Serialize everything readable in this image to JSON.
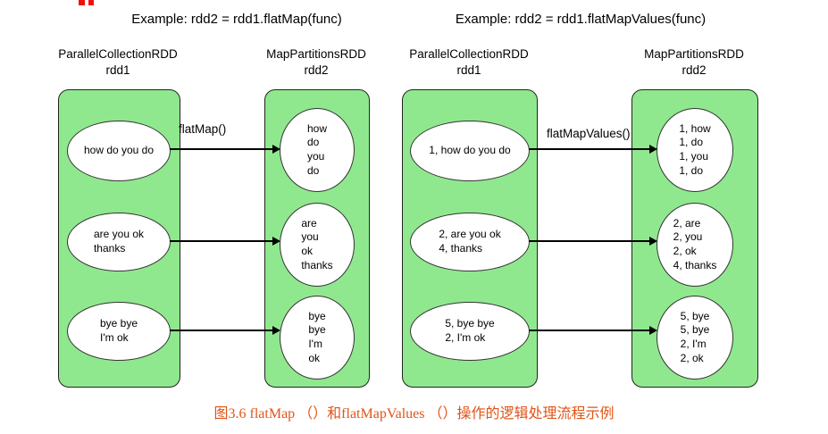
{
  "figure": {
    "caption": "图3.6 flatMap （）和flatMapValues （）操作的逻辑处理流程示例",
    "caption_color": "#e25316"
  },
  "colors": {
    "container_fill": "#90e88e",
    "node_fill": "#ffffff",
    "border": "#222222",
    "arrow": "#000000"
  },
  "diagrams": [
    {
      "title": "Example: rdd2 = rdd1.flatMap(func)",
      "arrow_label": "flatMap()",
      "left": {
        "header": "ParallelCollectionRDD\nrdd1",
        "nodes": [
          "how do you do",
          "are you ok\nthanks",
          "bye bye\nI'm ok"
        ]
      },
      "right": {
        "header": "MapPartitionsRDD\nrdd2",
        "nodes": [
          "how\ndo\nyou\ndo",
          "are\nyou\nok\nthanks",
          "bye\nbye\nI'm\nok"
        ]
      }
    },
    {
      "title": "Example: rdd2 = rdd1.flatMapValues(func)",
      "arrow_label": "flatMapValues()",
      "left": {
        "header": "ParallelCollectionRDD\nrdd1",
        "nodes": [
          "1, how do you do",
          "2, are you ok\n4, thanks",
          "5, bye bye\n2, I'm ok"
        ]
      },
      "right": {
        "header": "MapPartitionsRDD\nrdd2",
        "nodes": [
          "1, how\n1, do\n1, you\n1, do",
          "2, are\n2, you\n2, ok\n4, thanks",
          "5, bye\n5, bye\n2, I'm\n2, ok"
        ]
      }
    }
  ]
}
